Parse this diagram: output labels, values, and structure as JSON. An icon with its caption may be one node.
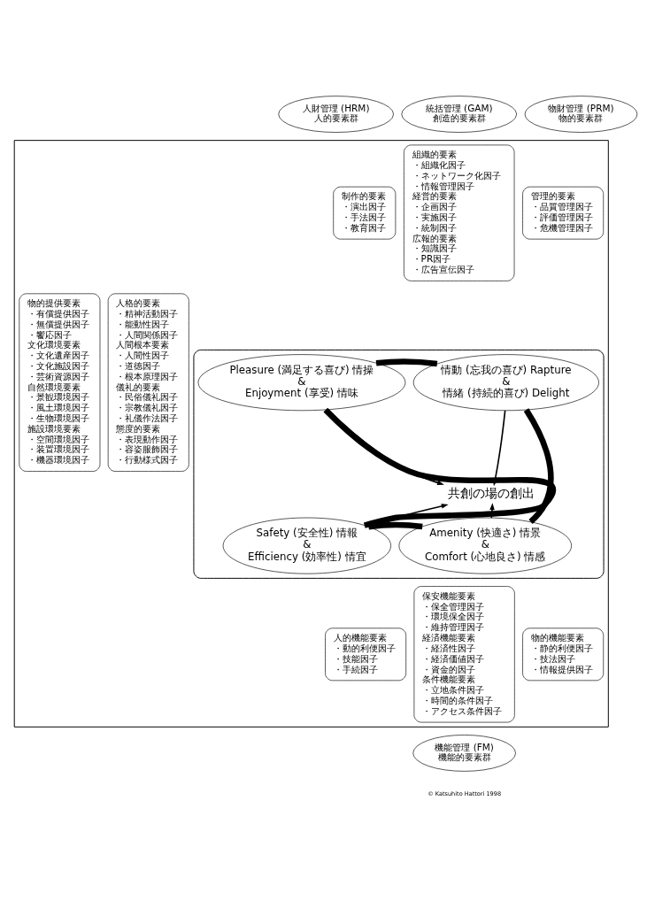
{
  "diagram": {
    "nodes": [
      {
        "text": [
          "統括管理 (GAM)",
          "創造的要素群"
        ]
      },
      {
        "text": [],
        "shape": "box"
      },
      {
        "text": [
          "制作的要素",
          "・演出因子",
          "・手法因子",
          "・教育因子"
        ],
        "in": 1
      },
      {
        "text": [
          "組織的要素",
          "・組織化因子",
          "・ネットワーク化因子",
          "・情報管理因子",
          "経営的要素",
          "・企画因子",
          "・実施因子",
          "・統制因子",
          "広報的要素",
          "・知識因子",
          "・PR因子",
          "・広告宣伝因子"
        ],
        "in": 1
      },
      {
        "text": [
          "管理的要素",
          "・品質管理因子",
          "・評価管理因子",
          "・危機管理因子"
        ],
        "in": 1
      },
      {
        "text": [
          "人格的要素",
          "・精神活動因子",
          "・能動性因子",
          "・人間関係因子",
          "人間根本要素",
          "・人間性因子",
          "・道徳因子",
          "・根本原理因子",
          "儀礼的要素",
          "・民俗儀礼因子",
          "・宗教儀礼因子",
          "・礼儀作法因子",
          "態度的要素",
          "・表現動作因子",
          "・容姿服飾因子",
          "・行動様式因子"
        ],
        "in": 1
      },
      {
        "text": [],
        "shape": "box",
        "in": 1
      },
      {
        "text": [
          "Pleasure (満足する喜び) 情操",
          "&",
          "Enjoyment (享受) 情味"
        ],
        "in": 6
      },
      {
        "text": [
          "情動 (忘我の喜び) Rapture",
          "&",
          "情緒 (持続的喜び) Delight"
        ],
        "in": 6
      },
      {
        "text": [
          "共創の場の創出"
        ],
        "in": 6
      },
      {
        "text": [
          "Safety (安全性) 情報",
          "&",
          "Efficiency (効率性) 情宜"
        ],
        "in": 6
      },
      {
        "text": [
          "Amenity (快適さ) 情景",
          "&",
          "Comfort (心地良さ) 情感"
        ],
        "in": 6
      },
      {
        "text": [
          "物的提供要素",
          "・有償提供因子",
          "・無償提供因子",
          "・饗応因子",
          "文化環境要素",
          "・文化遺産因子",
          "・文化施設因子",
          "・芸術資源因子",
          "自然環境要素",
          "・景観環境因子",
          "・風土環境因子",
          "・生物環境因子",
          "施設環境要素",
          "・空間環境因子",
          "・装置環境因子",
          "・機器環境因子"
        ],
        "in": 1
      },
      {
        "text": [
          "人的機能要素",
          "・動的利便因子",
          "・技能因子",
          "・手続因子"
        ],
        "in": 1
      },
      {
        "text": [
          "保安機能要素",
          "・保全管理因子",
          "・環境保全因子",
          "・維持管理因子",
          "経済機能要素",
          "・経済性因子",
          "・経済価値因子",
          "・資金的因子",
          "条件機能要素",
          "・立地条件因子",
          "・時間的条件因子",
          "・アクセス条件因子"
        ],
        "in": 1
      },
      {
        "text": [
          "物的機能要素",
          "・静的利便因子",
          "・技法因子",
          "・情報提供因子"
        ],
        "in": 1
      },
      {
        "text": [
          "人財管理 (HRM)",
          "人的要素群"
        ]
      },
      {
        "text": [
          "物財管理 (PRM)",
          "物的要素群"
        ]
      },
      {
        "text": [
          "機能管理 (FM)",
          "機能的要素群"
        ]
      }
    ],
    "edges": [
      {
        "from": 7,
        "to": 9,
        "arrow": "to"
      },
      {
        "from": 8,
        "to": 9,
        "arrow": "to"
      },
      {
        "from": 10,
        "to": 9,
        "arrow": "to"
      },
      {
        "from": 11,
        "to": 9,
        "arrow": "to"
      },
      {
        "from": 7,
        "to": 8,
        "arrow": "none",
        "style": "thick"
      },
      {
        "from": 8,
        "to": 11,
        "arrow": "none",
        "style": "thick"
      },
      {
        "from": 11,
        "to": 10,
        "arrow": "none",
        "style": "thick"
      },
      {
        "from": 10,
        "to": 7,
        "arrow": "none",
        "style": "thick"
      }
    ],
    "labels": [
      "© Katsuhito Hattori 1998"
    ]
  }
}
